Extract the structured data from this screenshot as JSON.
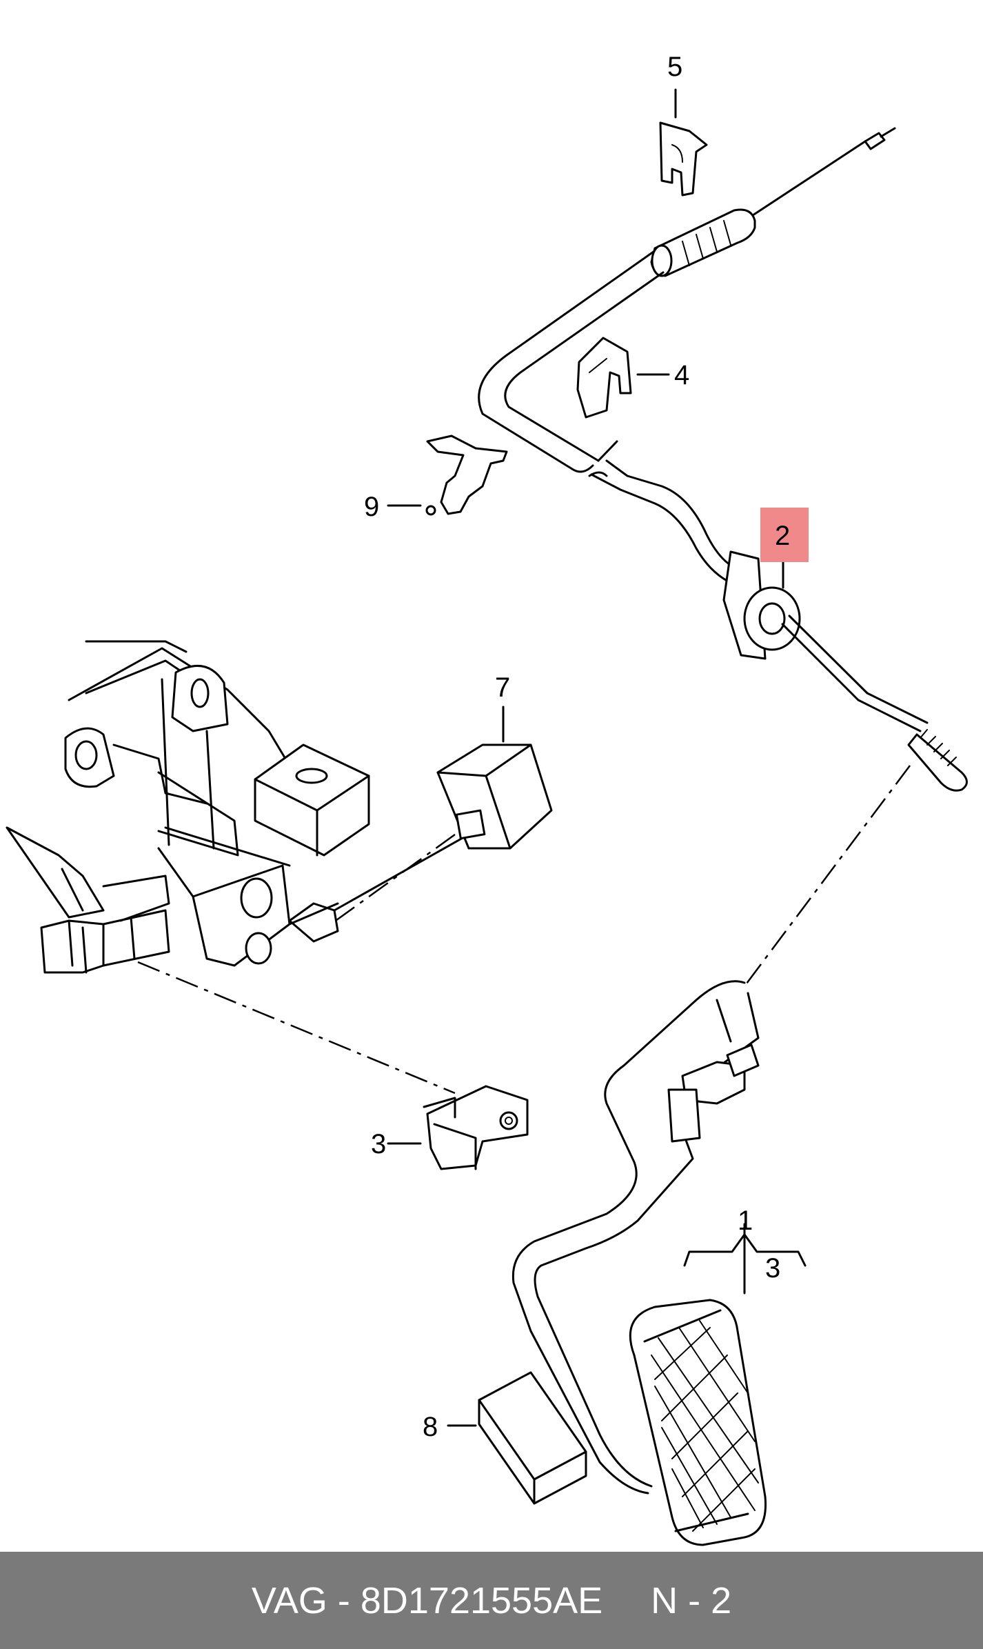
{
  "callouts": {
    "c1": "1",
    "c2": "2",
    "c3": "3",
    "c3b": "3",
    "c4": "4",
    "c5": "5",
    "c7": "7",
    "c8": "8",
    "c9": "9"
  },
  "highlight_color": "#f08a8a",
  "footer": {
    "part_number": "VAG - 8D1721555AE",
    "position": "N - 2"
  }
}
